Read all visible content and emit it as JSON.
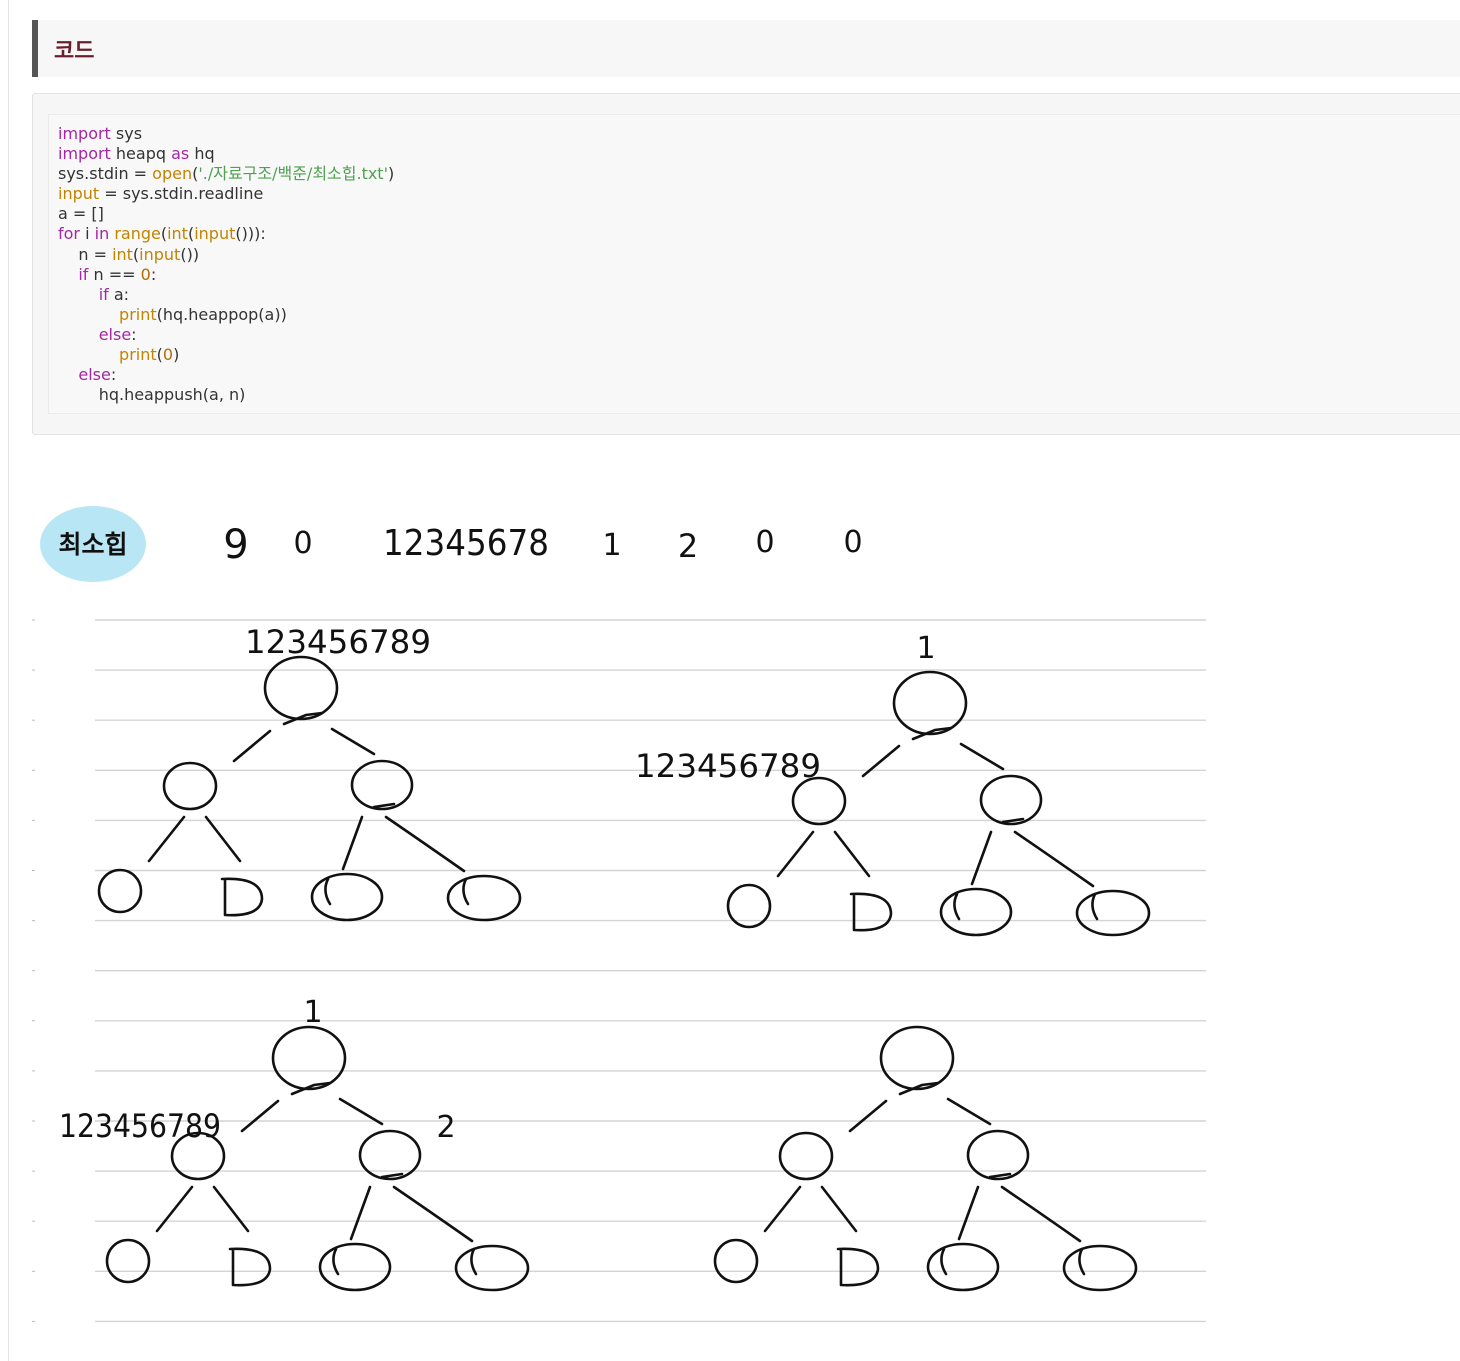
{
  "section": {
    "title": "코드"
  },
  "code": {
    "lines": [
      [
        [
          "import",
          "kw"
        ],
        [
          " sys",
          ""
        ]
      ],
      [
        [
          "import",
          "kw"
        ],
        [
          " heapq ",
          ""
        ],
        [
          "as",
          "kw"
        ],
        [
          " hq",
          ""
        ]
      ],
      [
        [
          "sys.stdin = ",
          ""
        ],
        [
          "open",
          "bi"
        ],
        [
          "(",
          ""
        ],
        [
          "'./자료구조/백준/최소힙.txt'",
          "st"
        ],
        [
          ")",
          ""
        ]
      ],
      [
        [
          "input",
          "bi"
        ],
        [
          " = sys.stdin.readline",
          ""
        ]
      ],
      [
        [
          "a = []",
          ""
        ]
      ],
      [
        [
          "for",
          "kw"
        ],
        [
          " i ",
          ""
        ],
        [
          "in",
          "kw"
        ],
        [
          " ",
          ""
        ],
        [
          "range",
          "bi"
        ],
        [
          "(",
          ""
        ],
        [
          "int",
          "bi"
        ],
        [
          "(",
          ""
        ],
        [
          "input",
          "bi"
        ],
        [
          "())):",
          ""
        ]
      ],
      [
        [
          "    n = ",
          ""
        ],
        [
          "int",
          "bi"
        ],
        [
          "(",
          ""
        ],
        [
          "input",
          "bi"
        ],
        [
          "())",
          ""
        ]
      ],
      [
        [
          "    ",
          ""
        ],
        [
          "if",
          "kw"
        ],
        [
          " n == ",
          ""
        ],
        [
          "0",
          "nm"
        ],
        [
          ":",
          ""
        ]
      ],
      [
        [
          "        ",
          ""
        ],
        [
          "if",
          "kw"
        ],
        [
          " a:",
          ""
        ]
      ],
      [
        [
          "            ",
          ""
        ],
        [
          "print",
          "bi"
        ],
        [
          "(hq.heappop(a))",
          ""
        ]
      ],
      [
        [
          "        ",
          ""
        ],
        [
          "else",
          "kw"
        ],
        [
          ":",
          ""
        ]
      ],
      [
        [
          "            ",
          ""
        ],
        [
          "print",
          "bi"
        ],
        [
          "(",
          ""
        ],
        [
          "0",
          "nm"
        ],
        [
          ")",
          ""
        ]
      ],
      [
        [
          "    ",
          ""
        ],
        [
          "else",
          "kw"
        ],
        [
          ":",
          ""
        ]
      ],
      [
        [
          "        hq.heappush(a, n)",
          ""
        ]
      ]
    ]
  },
  "sketch": {
    "badge": "최소힙",
    "input_sequence": [
      "9",
      "0",
      "12345678",
      "1",
      "2",
      "0",
      "0"
    ],
    "trees": [
      {
        "root_label": "123456789",
        "left_label": "",
        "right_label": ""
      },
      {
        "root_label": "1",
        "left_label": "123456789",
        "right_label": ""
      },
      {
        "root_label": "1",
        "left_label": "123456789",
        "right_label": "2"
      },
      {
        "root_label": "",
        "left_label": "",
        "right_label": ""
      }
    ],
    "colors": {
      "ink": "#111111",
      "highlight": "#b9e6f5",
      "rule": "#d4d4d4"
    }
  }
}
